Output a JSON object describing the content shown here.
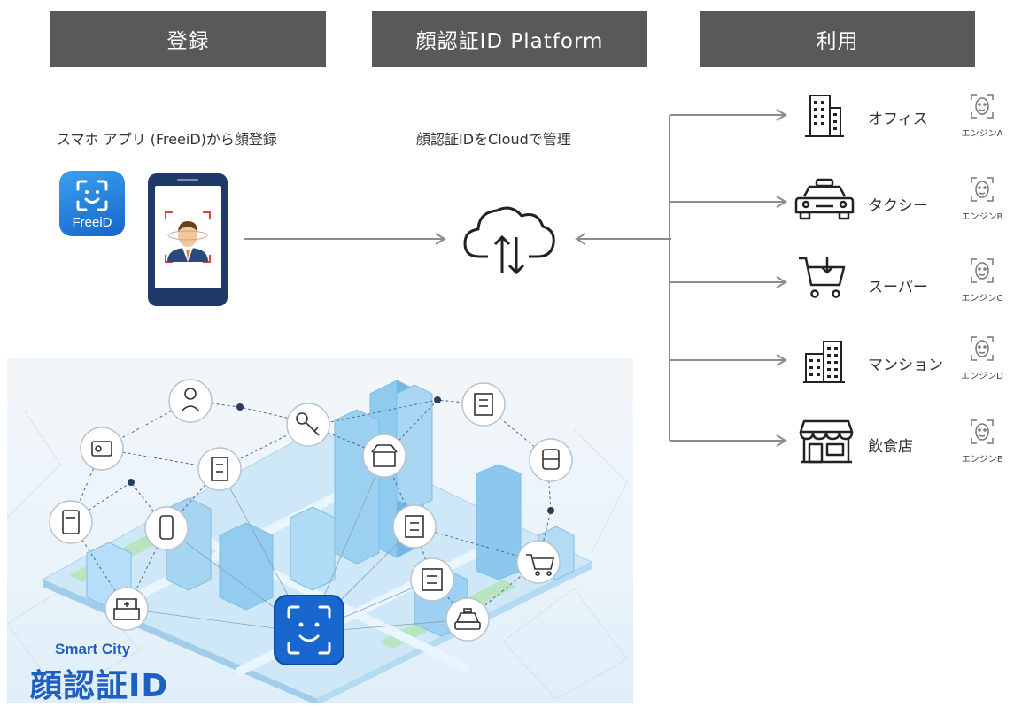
{
  "headers": {
    "register": "登録",
    "platform": "顔認証ID Platform",
    "use": "利用"
  },
  "register_caption": "スマホ アプリ (FreeiD)から顔登録",
  "freeid_logo_label": "FreeiD",
  "platform_caption": "顔認証IDをCloudで管理",
  "destinations": [
    {
      "label": "オフィス",
      "engine": "エンジンA",
      "icon": "office-building-icon"
    },
    {
      "label": "タクシー",
      "engine": "エンジンB",
      "icon": "taxi-icon"
    },
    {
      "label": "スーパー",
      "engine": "エンジンC",
      "icon": "shopping-cart-icon"
    },
    {
      "label": "マンション",
      "engine": "エンジンD",
      "icon": "apartment-icon"
    },
    {
      "label": "飲食店",
      "engine": "エンジンE",
      "icon": "restaurant-icon"
    }
  ],
  "smart_city": {
    "title": "Smart City",
    "subtitle": "顔認証ID"
  },
  "colors": {
    "header_bg": "#595959",
    "arrow": "#8c8c8c",
    "brand_blue": "#1f5fbf"
  }
}
